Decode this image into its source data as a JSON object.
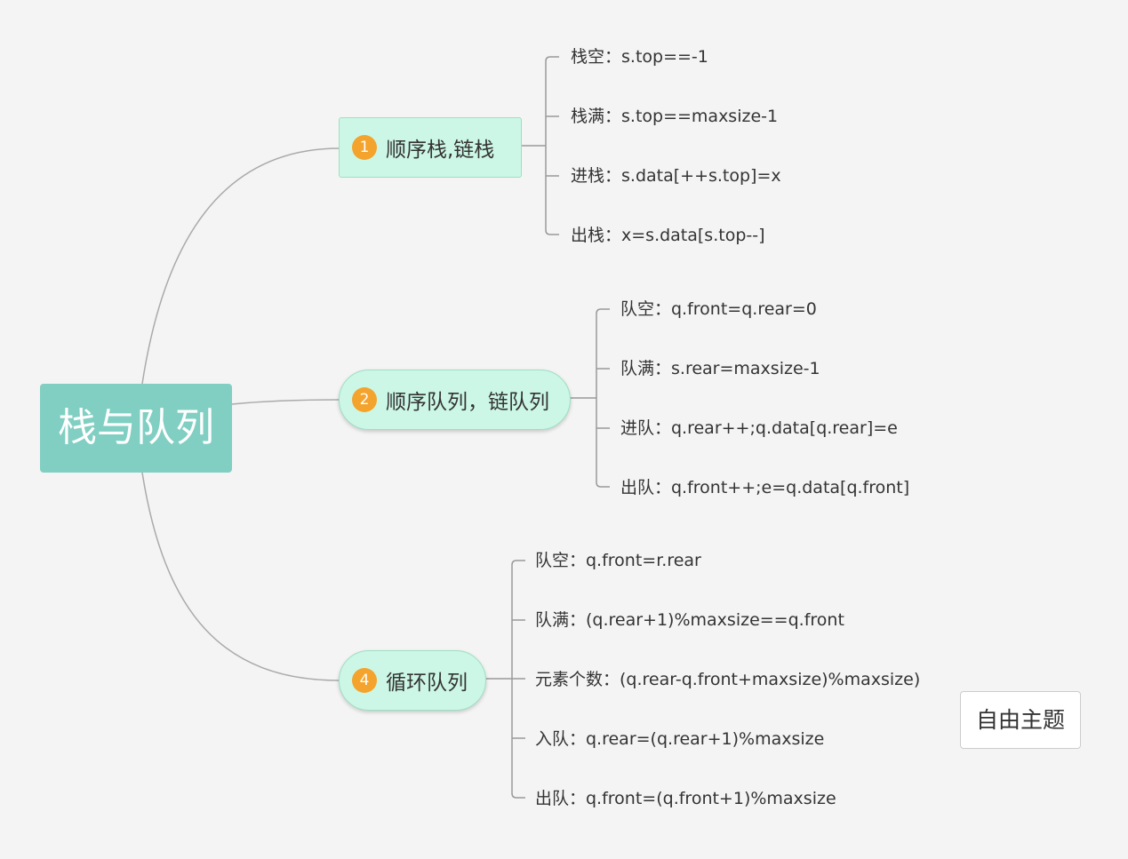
{
  "central": {
    "label": "栈与队列"
  },
  "branches": [
    {
      "number": "1",
      "label": "顺序栈,链栈",
      "items": [
        "栈空：s.top==-1",
        "栈满：s.top==maxsize-1",
        "进栈：s.data[++s.top]=x",
        "出栈：x=s.data[s.top--]"
      ]
    },
    {
      "number": "2",
      "label": "顺序队列，链队列",
      "items": [
        "队空：q.front=q.rear=0",
        "队满：s.rear=maxsize-1",
        "进队：q.rear++;q.data[q.rear]=e",
        "出队：q.front++;e=q.data[q.front]"
      ]
    },
    {
      "number": "4",
      "label": "循环队列",
      "items": [
        "队空：q.front=r.rear",
        "队满：(q.rear+1)%maxsize==q.front",
        "元素个数：(q.rear-q.front+maxsize)%maxsize)",
        "入队：q.rear=(q.rear+1)%maxsize",
        "出队：q.front=(q.front+1)%maxsize"
      ]
    }
  ],
  "floating_topic": {
    "label": "自由主题"
  },
  "colors": {
    "central": "#80cfc2",
    "branch_fill": "#ccf7e6",
    "badge": "#f4a32c",
    "line": "#aaaaaa"
  }
}
